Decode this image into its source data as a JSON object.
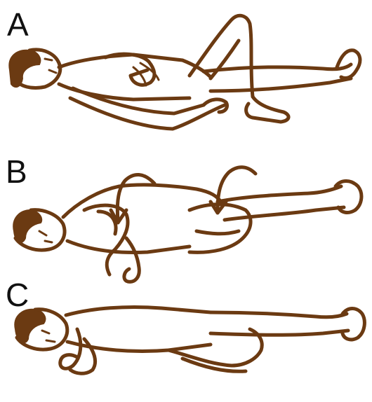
{
  "panels": [
    {
      "label": "A",
      "step": "lying-on-back-knee-bent"
    },
    {
      "label": "B",
      "step": "rolling-onto-side"
    },
    {
      "label": "C",
      "step": "recovery-position"
    }
  ],
  "colors": {
    "ink": "#6b3a12",
    "label": "#111111",
    "background": "#ffffff"
  }
}
